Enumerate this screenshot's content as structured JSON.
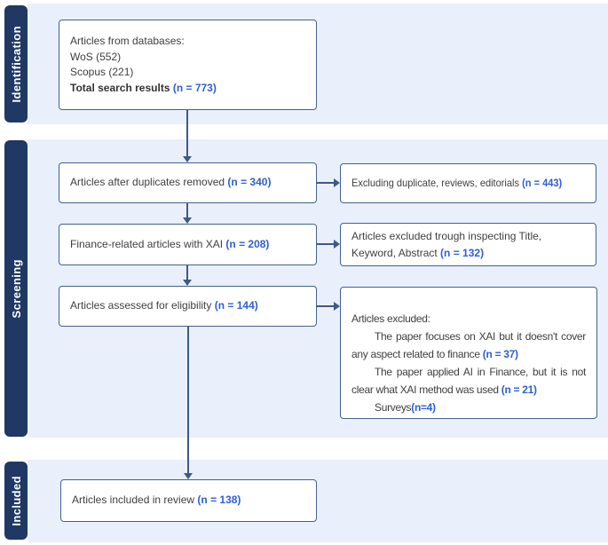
{
  "sections": {
    "identification": "Identification",
    "screening": "Screening",
    "included": "Included"
  },
  "colors": {
    "band_background": "#e9f0fb",
    "section_tab": "#1f3864",
    "box_border": "#44618e",
    "arrow": "#3e5a84",
    "accent_number": "#2e5fd3",
    "body_text": "#3f3f3f"
  },
  "boxes": {
    "databases": {
      "line1": "Articles from databases:",
      "line2": "WoS (552)",
      "line3": "Scopus (221)",
      "total_label": "Total search results ",
      "total_n": "(n = 773)"
    },
    "after_duplicates": {
      "text": "Articles after duplicates removed ",
      "n": "(n = 340)"
    },
    "finance_xai": {
      "text": "Finance-related articles with XAI ",
      "n": "(n = 208)"
    },
    "eligibility": {
      "text": "Articles assessed for eligibility ",
      "n": "(n = 144)"
    },
    "included_review": {
      "text": "Articles included in review ",
      "n": "(n = 138)"
    },
    "excluding_duplicate": {
      "text": "Excluding duplicate, reviews, editorials ",
      "n": "(n = 443)"
    },
    "excluded_inspecting": {
      "line1": "Articles excluded trough inspecting Title,",
      "line2": "Keyword, Abstract ",
      "n": "(n = 132)"
    },
    "excluded_detail": {
      "title": "Articles excluded:",
      "item1_text": "The paper focuses on XAI but it doesn't cover any aspect related to finance ",
      "item1_n": "(n = 37)",
      "item2_text": "The paper applied AI in Finance, but it is not clear what XAI method was used ",
      "item2_n": "(n = 21)",
      "item3_text": "Surveys",
      "item3_n": "(n=4)"
    }
  }
}
